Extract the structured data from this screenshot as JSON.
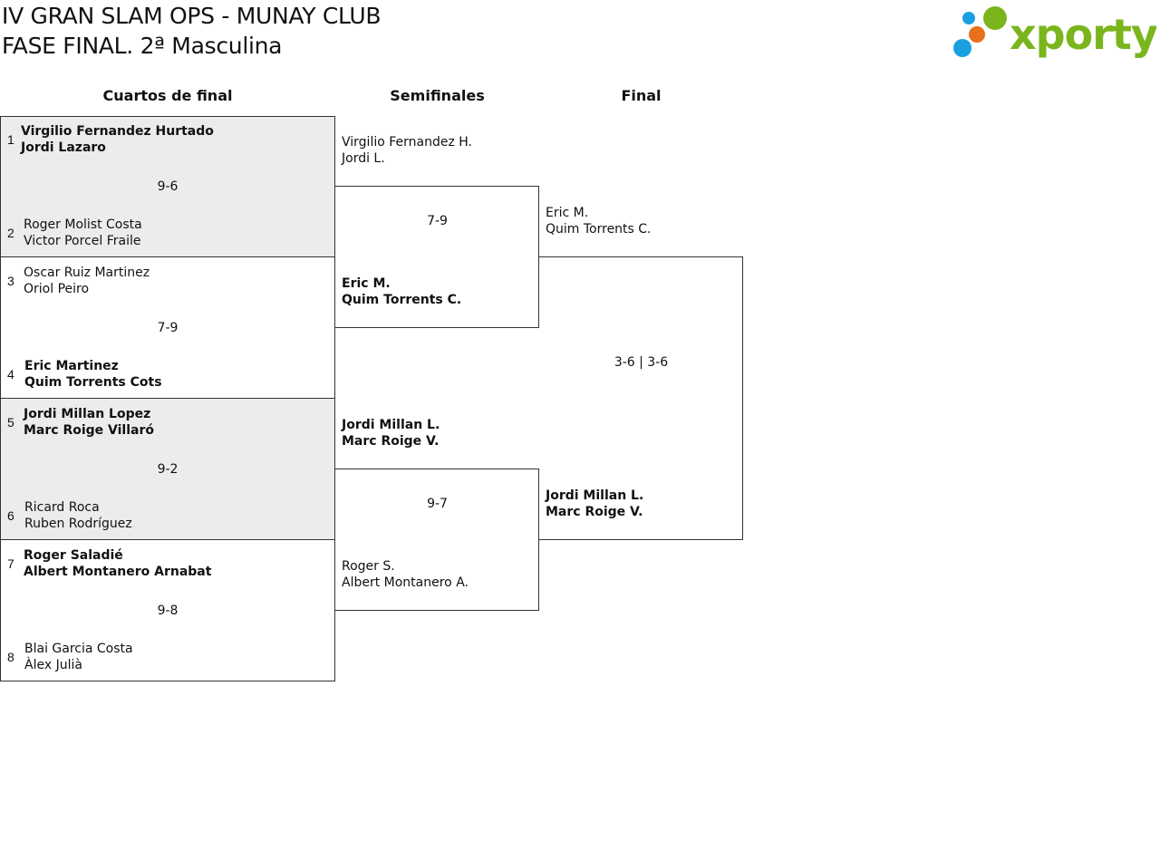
{
  "header": {
    "title_line1": "IV GRAN SLAM OPS - MUNAY CLUB",
    "title_line2": "FASE FINAL. 2ª Masculina",
    "logo_text": "xporty",
    "logo_colors": {
      "text": "#7ab51d",
      "dot_green": "#7ab51d",
      "dot_orange": "#e8701a",
      "dot_blue": "#1aa0e0"
    }
  },
  "rounds": {
    "quarterfinals": "Cuartos de final",
    "semifinals": "Semifinales",
    "final": "Final"
  },
  "quarterfinals": [
    {
      "score": "9-6",
      "top": {
        "seed": "1",
        "p1": "Virgilio Fernandez Hurtado",
        "p2": "Jordi Lazaro"
      },
      "bottom": {
        "seed": "2",
        "p1": "Roger Molist Costa",
        "p2": "Victor Porcel Fraile"
      }
    },
    {
      "score": "7-9",
      "top": {
        "seed": "3",
        "p1": "Oscar Ruiz Martinez",
        "p2": "Oriol Peiro"
      },
      "bottom": {
        "seed": "4",
        "p1": "Eric Martinez",
        "p2": "Quim Torrents Cots"
      }
    },
    {
      "score": "9-2",
      "top": {
        "seed": "5",
        "p1": "Jordi Millan Lopez",
        "p2": "Marc Roige Villaró"
      },
      "bottom": {
        "seed": "6",
        "p1": "Ricard Roca",
        "p2": "Ruben Rodríguez"
      }
    },
    {
      "score": "9-8",
      "top": {
        "seed": "7",
        "p1": "Roger Saladié",
        "p2": "Albert Montanero Arnabat"
      },
      "bottom": {
        "seed": "8",
        "p1": "Blai Garcia Costa",
        "p2": "Àlex Julià"
      }
    }
  ],
  "semifinals": [
    {
      "score": "7-9",
      "top": {
        "p1": "Virgilio Fernandez H.",
        "p2": "Jordi L."
      },
      "bottom": {
        "p1": "Eric M.",
        "p2": "Quim Torrents C."
      }
    },
    {
      "score": "9-7",
      "top": {
        "p1": "Jordi Millan L.",
        "p2": "Marc Roige V."
      },
      "bottom": {
        "p1": "Roger S.",
        "p2": "Albert Montanero A."
      }
    }
  ],
  "final": {
    "score": "3-6 | 3-6",
    "top": {
      "p1": "Eric M.",
      "p2": "Quim Torrents C."
    },
    "bottom": {
      "p1": "Jordi Millan L.",
      "p2": "Marc Roige V."
    }
  }
}
